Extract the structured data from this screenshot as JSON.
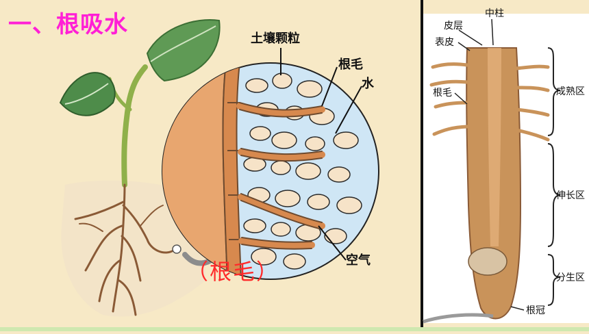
{
  "slide": {
    "title": "一、根吸水",
    "caption": "（根毛）",
    "colors": {
      "background": "#f7e9c6",
      "title": "#ff1fd6",
      "caption": "#ff2a2a",
      "right_panel_bg": "#ffffff",
      "divider": "#111111"
    }
  },
  "left_diagram": {
    "labels": {
      "soil_particles": "土壤颗粒",
      "root_hair": "根毛",
      "water": "水",
      "air": "空气"
    }
  },
  "right_diagram": {
    "labels": {
      "cortex": "皮层",
      "stele": "中柱",
      "epidermis": "表皮",
      "root_hair": "根毛",
      "maturation_zone": "成熟区",
      "elongation_zone": "伸长区",
      "meristem_zone": "分生区",
      "root_cap": "根冠"
    }
  }
}
